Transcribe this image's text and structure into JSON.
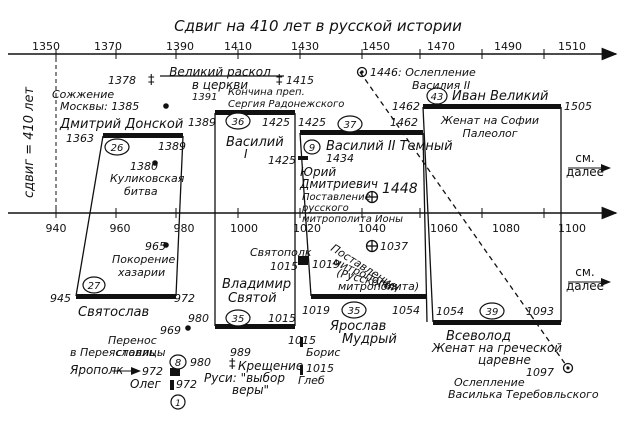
{
  "title": "Сдвиг на 410 лет в русской истории",
  "side_label": "сдвиг = 410 лет",
  "axis_top": {
    "ticks": [
      "1350",
      "1370",
      "1390",
      "1410",
      "1430",
      "1450",
      "1470",
      "1490",
      "1510"
    ]
  },
  "axis_bottom": {
    "ticks": [
      "940",
      "960",
      "980",
      "1000",
      "1020",
      "1040",
      "1060",
      "1080",
      "1100"
    ]
  },
  "see_further": [
    "см.",
    "далее"
  ],
  "labels": {
    "schism": [
      "Великий раскол",
      "в церкви"
    ],
    "year_1378": "1378",
    "year_1415": "1415",
    "blinding_vasily": [
      "1446: Ослепление",
      "Василия II"
    ],
    "burning_moscow": [
      "Сожжение",
      "Москвы: 1385"
    ],
    "death_sergius": [
      "1391",
      "Кончина преп.",
      "Сергия Радонежского"
    ],
    "num_43": "43",
    "ivan_great": "Иван Великий",
    "year_1462a": "1462",
    "year_1505": "1505",
    "wife_sophia": [
      "Женат на Софии",
      "Палеолог"
    ],
    "dmitry_donskoy": "Дмитрий Донской",
    "year_1363": "1363",
    "year_1389a": "1389",
    "num_26": "26",
    "kulikovo": [
      "1380",
      "Куликовская",
      "битва"
    ],
    "year_1389b": "1389",
    "num_36": "36",
    "year_1425a": "1425",
    "vasily_1": [
      "Василий",
      "I"
    ],
    "year_1425b": "1425",
    "num_37": "37",
    "year_1462b": "1462",
    "num_9": "9",
    "vasily_2": "Василий II Темный",
    "year_1434": "1434",
    "year_1425c": "1425",
    "yury": [
      "Юрий",
      "Дмитриевич"
    ],
    "year_1448": "1448",
    "metropolitan_iona": [
      "Поставление",
      "русского",
      "митрополита Ионы"
    ],
    "year_965": "965",
    "khazaria": [
      "Покорение",
      "хазарии"
    ],
    "svyatopolk": "Святополк",
    "year_1015a": "1015",
    "year_1019a": "1019",
    "year_1037": "1037",
    "metropolia": [
      "Поставление",
      "митрополии",
      "(Русского",
      "митрополита)"
    ],
    "num_27": "27",
    "year_945": "945",
    "year_972a": "972",
    "svyatoslav": "Святослав",
    "vladimir": [
      "Владимир",
      "Святой"
    ],
    "year_980a": "980",
    "num_35a": "35",
    "year_1015b": "1015",
    "year_1019b": "1019",
    "num_35b": "35",
    "year_1054a": "1054",
    "yaroslav": [
      "Ярослав",
      "Мудрый"
    ],
    "year_1054b": "1054",
    "num_39": "39",
    "year_1093": "1093",
    "vsevolod": [
      "Всеволод",
      "Женат на греческой",
      "царевне"
    ],
    "capital_move": [
      "969",
      "Перенос",
      "столицы",
      "в Переяславль"
    ],
    "num_8": "8",
    "year_980b": "980",
    "yaropolk": "Ярополк",
    "year_972b": "972",
    "baptism": [
      "989",
      "Крещение",
      "Руси: \"выбор",
      "веры\""
    ],
    "boris": [
      "1015",
      "Борис"
    ],
    "gleb": [
      "1015",
      "Глеб"
    ],
    "oleg": "Олег",
    "year_972c": "972",
    "num_1": "1",
    "blinding_vasilko": [
      "1097",
      "Ослепление",
      "Василька Теребовльского"
    ]
  }
}
